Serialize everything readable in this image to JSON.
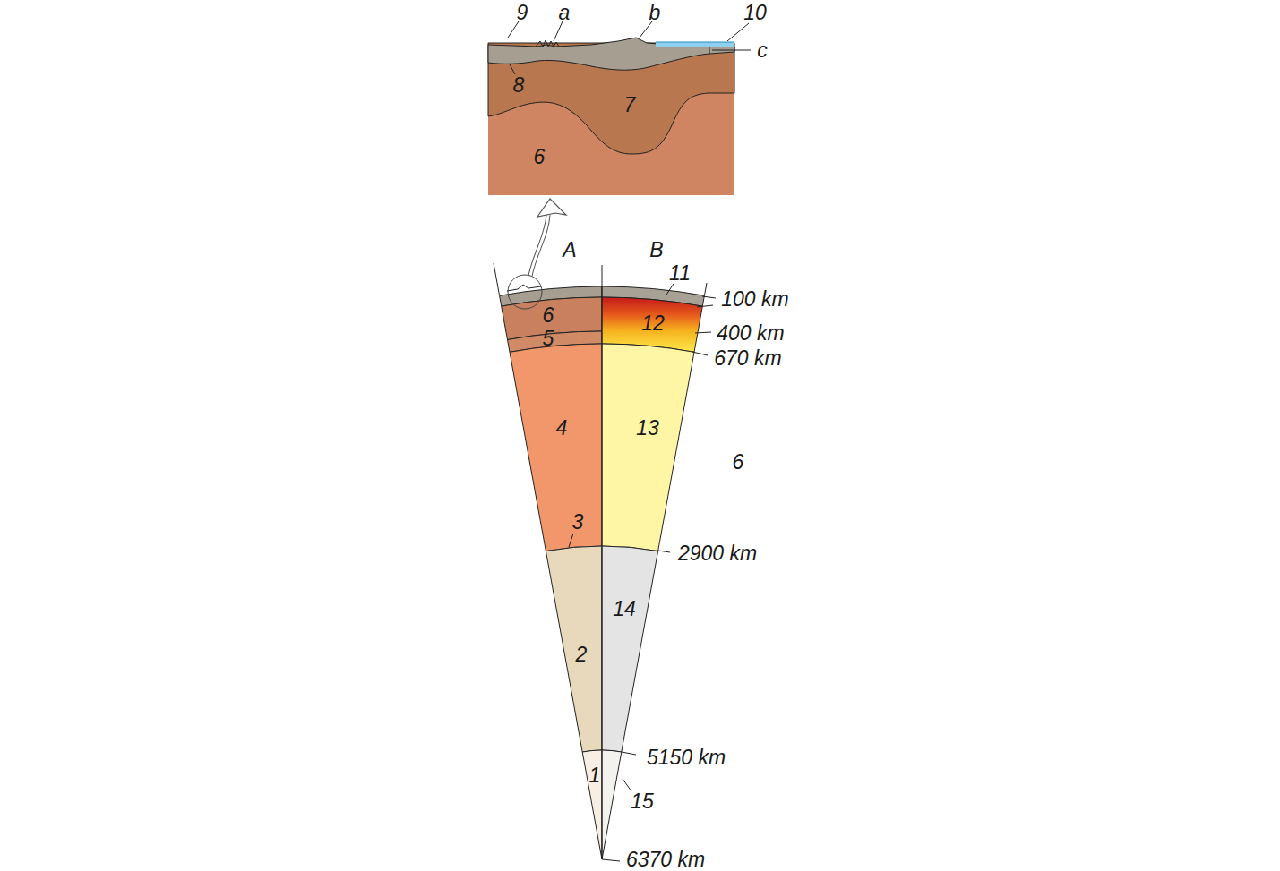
{
  "diagram": {
    "labels": [
      "9",
      "a",
      "b",
      "10",
      "c",
      "8",
      "7",
      "6",
      "A",
      "B",
      "11",
      "100 km",
      "6",
      "12",
      "400 km",
      "5",
      "670 km",
      "4",
      "13",
      "6",
      "3",
      "2900 km",
      "14",
      "2",
      "5150 km",
      "1",
      "15",
      "6370 km"
    ]
  }
}
